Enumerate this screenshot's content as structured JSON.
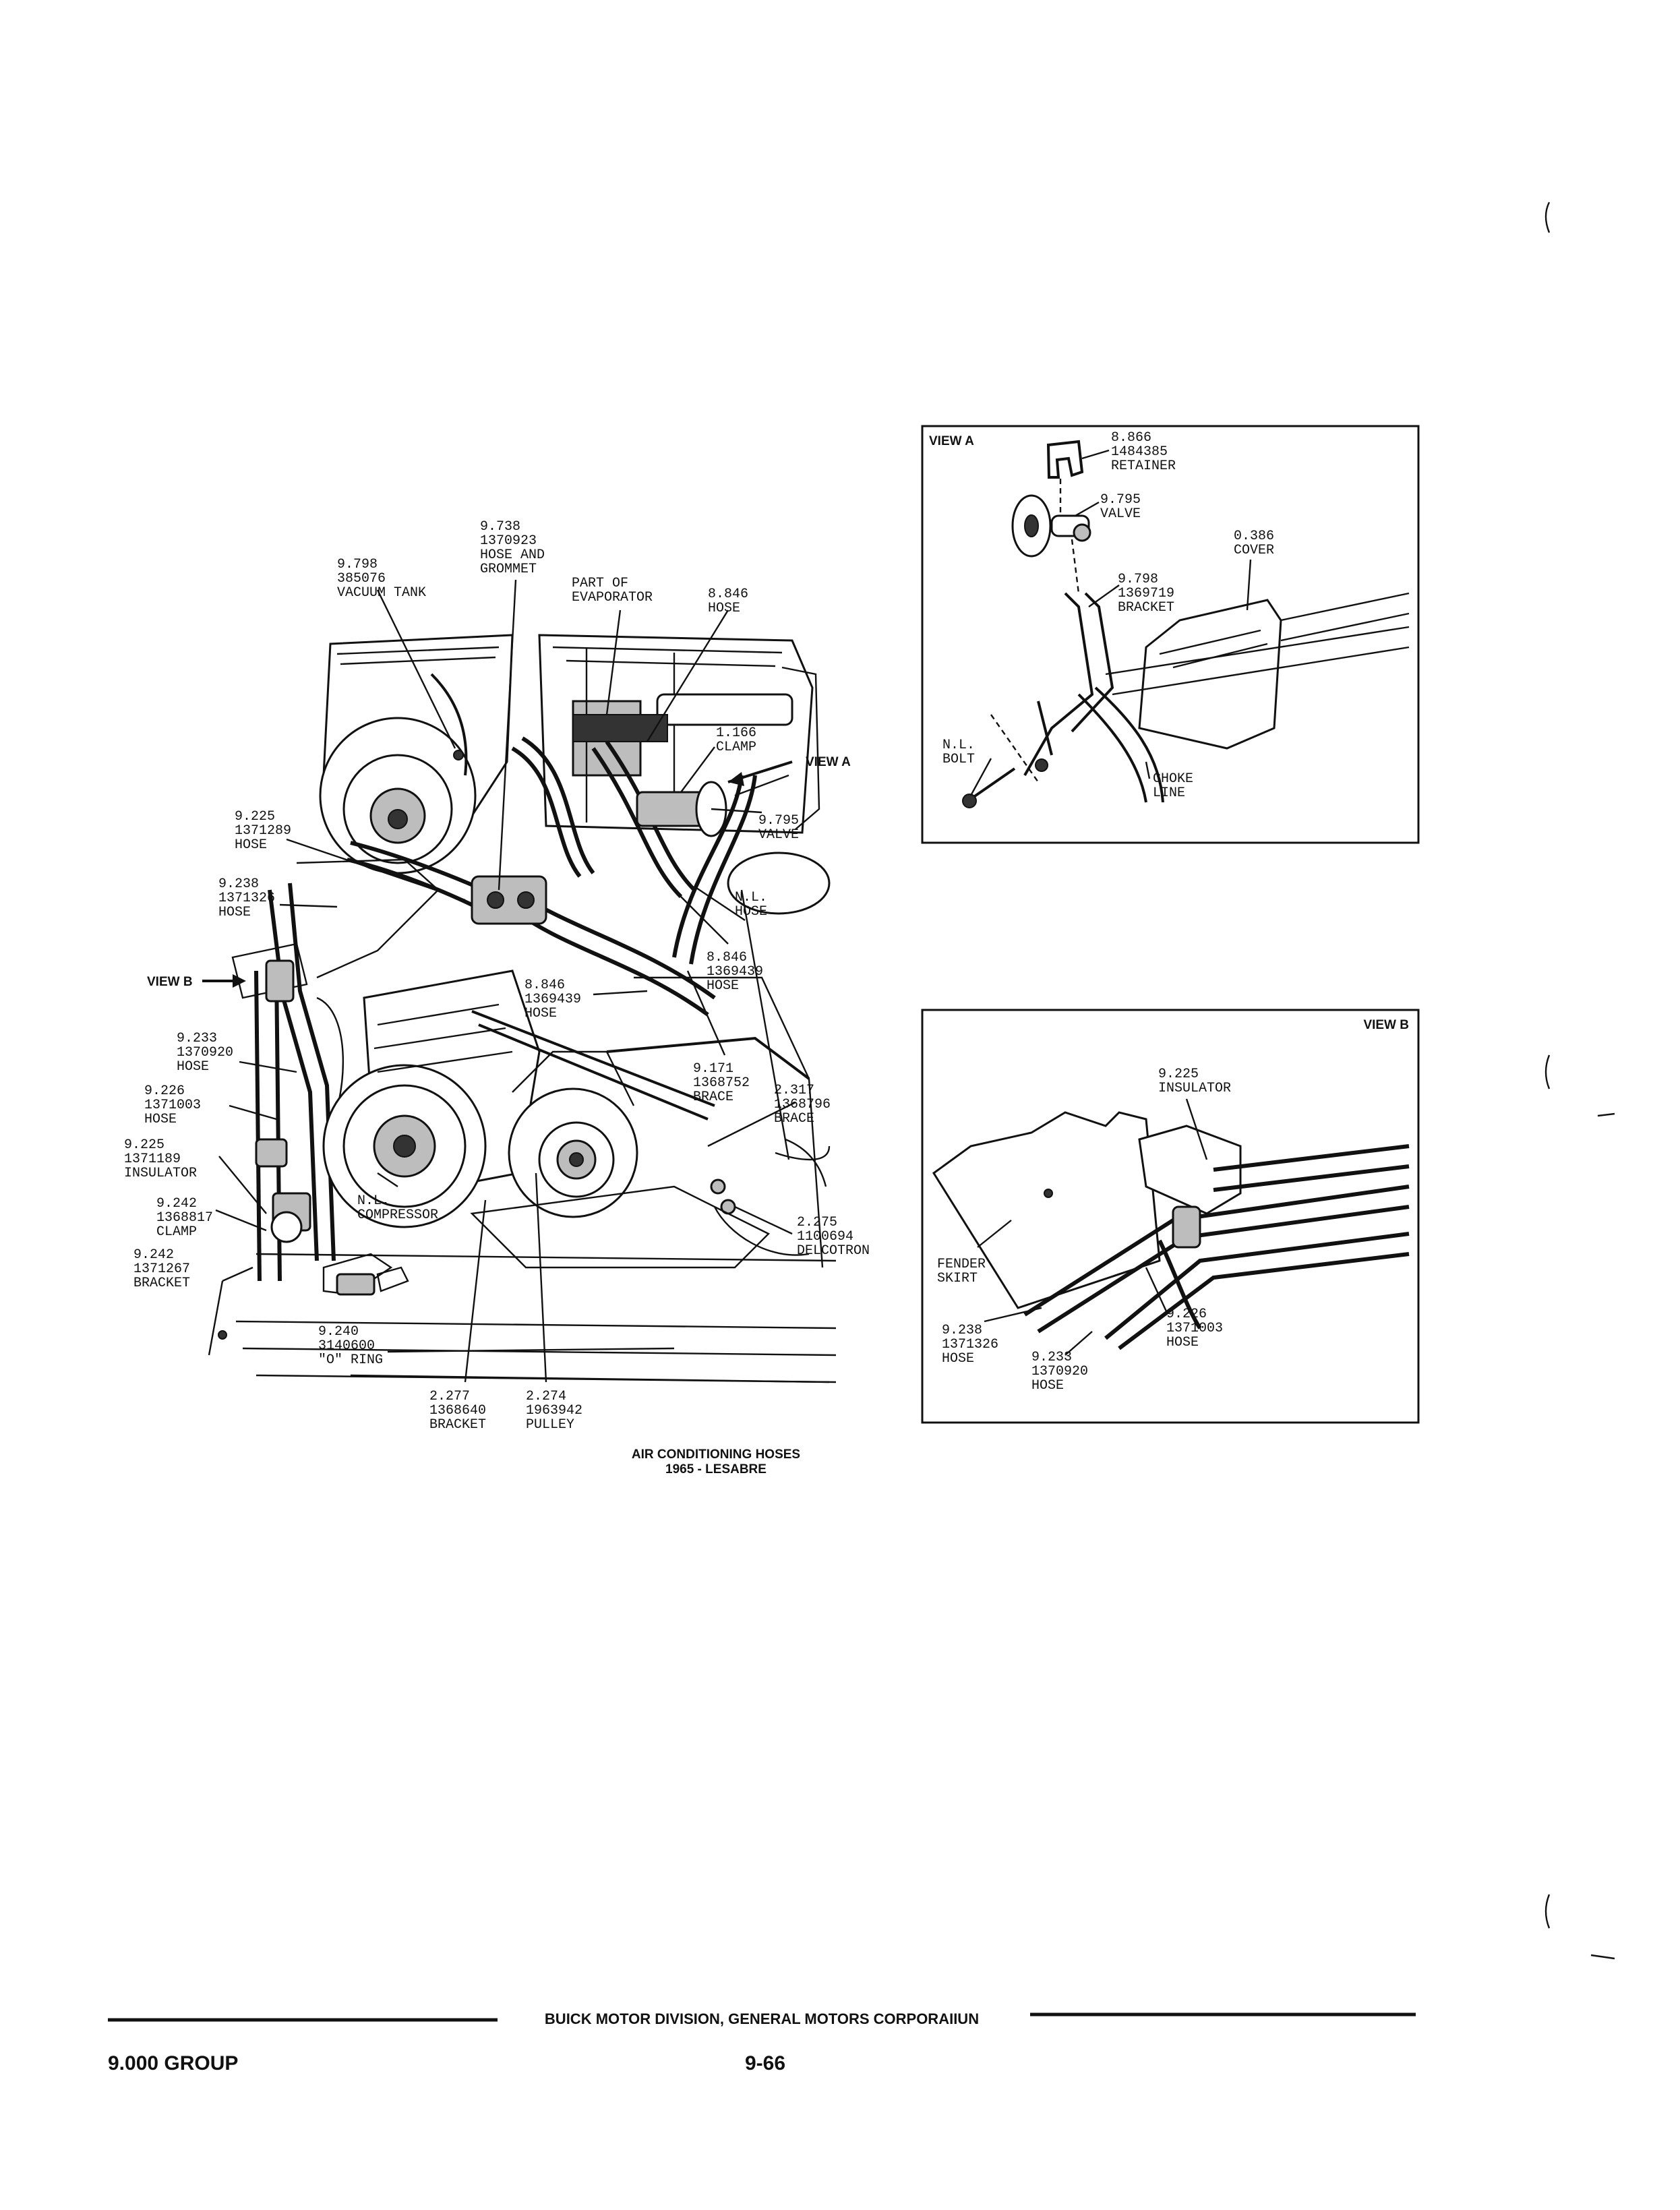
{
  "main_labels": [
    {
      "id": "vacuum-tank",
      "lines": [
        "9.798",
        "385076",
        "VACUUM TANK"
      ]
    },
    {
      "id": "hose-grommet",
      "lines": [
        "9.738",
        "1370923",
        "HOSE AND",
        "GROMMET"
      ]
    },
    {
      "id": "part-evaporator",
      "lines": [
        "PART OF",
        "EVAPORATOR"
      ]
    },
    {
      "id": "hose-8846-top",
      "lines": [
        "8.846",
        "HOSE"
      ]
    },
    {
      "id": "clamp-1166",
      "lines": [
        "1.166",
        "CLAMP"
      ]
    },
    {
      "id": "view-a-ref",
      "lines": [
        "VIEW A"
      ]
    },
    {
      "id": "valve-9795",
      "lines": [
        "9.795",
        "VALVE"
      ]
    },
    {
      "id": "hose-9225",
      "lines": [
        "9.225",
        "1371289",
        "HOSE"
      ]
    },
    {
      "id": "hose-9238",
      "lines": [
        "9.238",
        "1371326",
        "HOSE"
      ]
    },
    {
      "id": "view-b-ref",
      "lines": [
        "VIEW B"
      ]
    },
    {
      "id": "nl-hose",
      "lines": [
        "N.L.",
        "HOSE"
      ]
    },
    {
      "id": "hose-8846-right",
      "lines": [
        "8.846",
        "1369439",
        "HOSE"
      ]
    },
    {
      "id": "hose-8846-mid",
      "lines": [
        "8.846",
        "1369439",
        "HOSE"
      ]
    },
    {
      "id": "hose-9233",
      "lines": [
        "9.233",
        "1370920",
        "HOSE"
      ]
    },
    {
      "id": "brace-9171",
      "lines": [
        "9.171",
        "1368752",
        "BRACE"
      ]
    },
    {
      "id": "brace-2317",
      "lines": [
        "2.317",
        "1368796",
        "BRACE"
      ]
    },
    {
      "id": "hose-9226",
      "lines": [
        "9.226",
        "1371003",
        "HOSE"
      ]
    },
    {
      "id": "insulator-9225",
      "lines": [
        "9.225",
        "1371189",
        "INSULATOR"
      ]
    },
    {
      "id": "nl-compressor",
      "lines": [
        "N.L.",
        "COMPRESSOR"
      ]
    },
    {
      "id": "clamp-9242",
      "lines": [
        "9.242",
        "1368817",
        "CLAMP"
      ]
    },
    {
      "id": "delcotron",
      "lines": [
        "2.275",
        "1100694",
        "DELCOTRON"
      ]
    },
    {
      "id": "bracket-9242",
      "lines": [
        "9.242",
        "1371267",
        "BRACKET"
      ]
    },
    {
      "id": "o-ring",
      "lines": [
        "9.240",
        "3140600",
        "\"O\" RING"
      ]
    },
    {
      "id": "bracket-2277",
      "lines": [
        "2.277",
        "1368640",
        "BRACKET"
      ]
    },
    {
      "id": "pulley-2274",
      "lines": [
        "2.274",
        "1963942",
        "PULLEY"
      ]
    }
  ],
  "caption": [
    "AIR CONDITIONING HOSES",
    "1965 - LESABRE"
  ],
  "view_a": {
    "title": "VIEW A",
    "labels": [
      {
        "id": "retainer",
        "lines": [
          "8.866",
          "1484385",
          "RETAINER"
        ]
      },
      {
        "id": "valve",
        "lines": [
          "9.795",
          "VALVE"
        ]
      },
      {
        "id": "cover",
        "lines": [
          "0.386",
          "COVER"
        ]
      },
      {
        "id": "bracket",
        "lines": [
          "9.798",
          "1369719",
          "BRACKET"
        ]
      },
      {
        "id": "bolt",
        "lines": [
          "N.L.",
          "BOLT"
        ]
      },
      {
        "id": "choke",
        "lines": [
          "CHOKE",
          "LINE"
        ]
      }
    ]
  },
  "view_b": {
    "title": "VIEW B",
    "labels": [
      {
        "id": "insulator",
        "lines": [
          "9.225",
          "INSULATOR"
        ]
      },
      {
        "id": "fender",
        "lines": [
          "FENDER",
          "SKIRT"
        ]
      },
      {
        "id": "hose-9238",
        "lines": [
          "9.238",
          "1371326",
          "HOSE"
        ]
      },
      {
        "id": "hose-9233",
        "lines": [
          "9.233",
          "1370920",
          "HOSE"
        ]
      },
      {
        "id": "hose-9226",
        "lines": [
          "9.226",
          "1371003",
          "HOSE"
        ]
      }
    ]
  },
  "footer": {
    "company": "BUICK MOTOR DIVISION, GENERAL MOTORS CORPORAIIUN",
    "group": "9.000 GROUP",
    "page": "9-66"
  }
}
